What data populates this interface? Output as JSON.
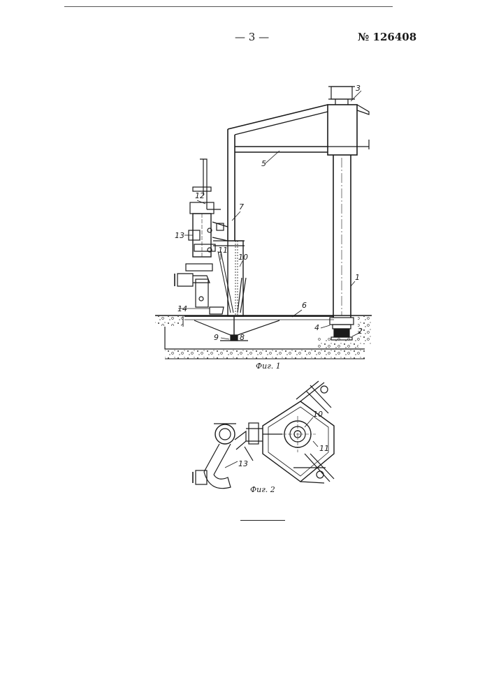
{
  "header": {
    "page_number": "— 3 —",
    "patent_number": "№ 126408"
  },
  "figure1": {
    "caption": "Фиг. 1",
    "labels": {
      "l1": "1",
      "l2": "2",
      "l3": "3",
      "l4": "4",
      "l5": "5",
      "l6": "6",
      "l7": "7",
      "l8": "8",
      "l9": "9",
      "l10": "10",
      "l11": "11",
      "l12": "12",
      "l13": "13",
      "l14": "14"
    }
  },
  "figure2": {
    "caption": "Фиг. 2",
    "labels": {
      "l10": "10",
      "l11": "11",
      "l13": "13"
    }
  }
}
